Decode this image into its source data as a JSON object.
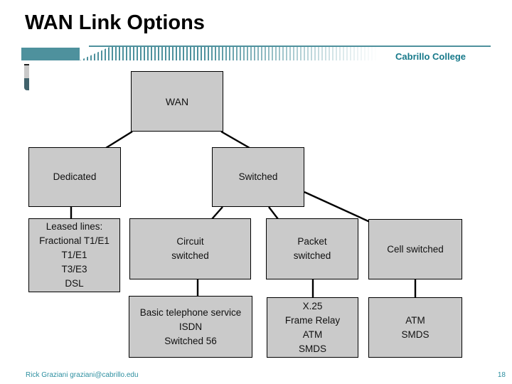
{
  "slide": {
    "title": "WAN Link Options",
    "brand": "Cabrillo College",
    "footer_author": "Rick Graziani  graziani@cabrillo.edu",
    "footer_page": "18"
  },
  "colors": {
    "banner_teal": "#4e919d",
    "brand_text": "#17798a",
    "footer_text": "#2e8fa0",
    "node_fill": "#cacaca",
    "node_border": "#000000",
    "title_text": "#000000"
  },
  "diagram": {
    "nodes": [
      {
        "id": "wan",
        "label": "WAN"
      },
      {
        "id": "dedicated",
        "label": "Dedicated"
      },
      {
        "id": "switched",
        "label": "Switched"
      },
      {
        "id": "leased-lines",
        "label": "Leased lines:\nFractional T1/E1\nT1/E1\nT3/E3\nDSL"
      },
      {
        "id": "circuit-switched",
        "label": "Circuit\nswitched"
      },
      {
        "id": "packet-switched",
        "label": "Packet\nswitched"
      },
      {
        "id": "cell-switched",
        "label": "Cell switched"
      },
      {
        "id": "basic-telephone",
        "label": "Basic telephone service\nISDN\nSwitched 56"
      },
      {
        "id": "x25-group",
        "label": "X.25\nFrame Relay\nATM\nSMDS"
      },
      {
        "id": "atm-group",
        "label": "ATM\nSMDS"
      }
    ],
    "edges": [
      {
        "from": "WAN",
        "to": "Dedicated"
      },
      {
        "from": "WAN",
        "to": "Switched"
      },
      {
        "from": "Dedicated",
        "to": "Leased lines"
      },
      {
        "from": "Switched",
        "to": "Circuit switched"
      },
      {
        "from": "Switched",
        "to": "Packet switched"
      },
      {
        "from": "Switched",
        "to": "Cell switched"
      },
      {
        "from": "Circuit switched",
        "to": "Basic telephone service / ISDN / Switched 56"
      },
      {
        "from": "Packet switched",
        "to": "X.25 / Frame Relay / ATM / SMDS"
      },
      {
        "from": "Cell switched",
        "to": "ATM / SMDS"
      }
    ]
  }
}
